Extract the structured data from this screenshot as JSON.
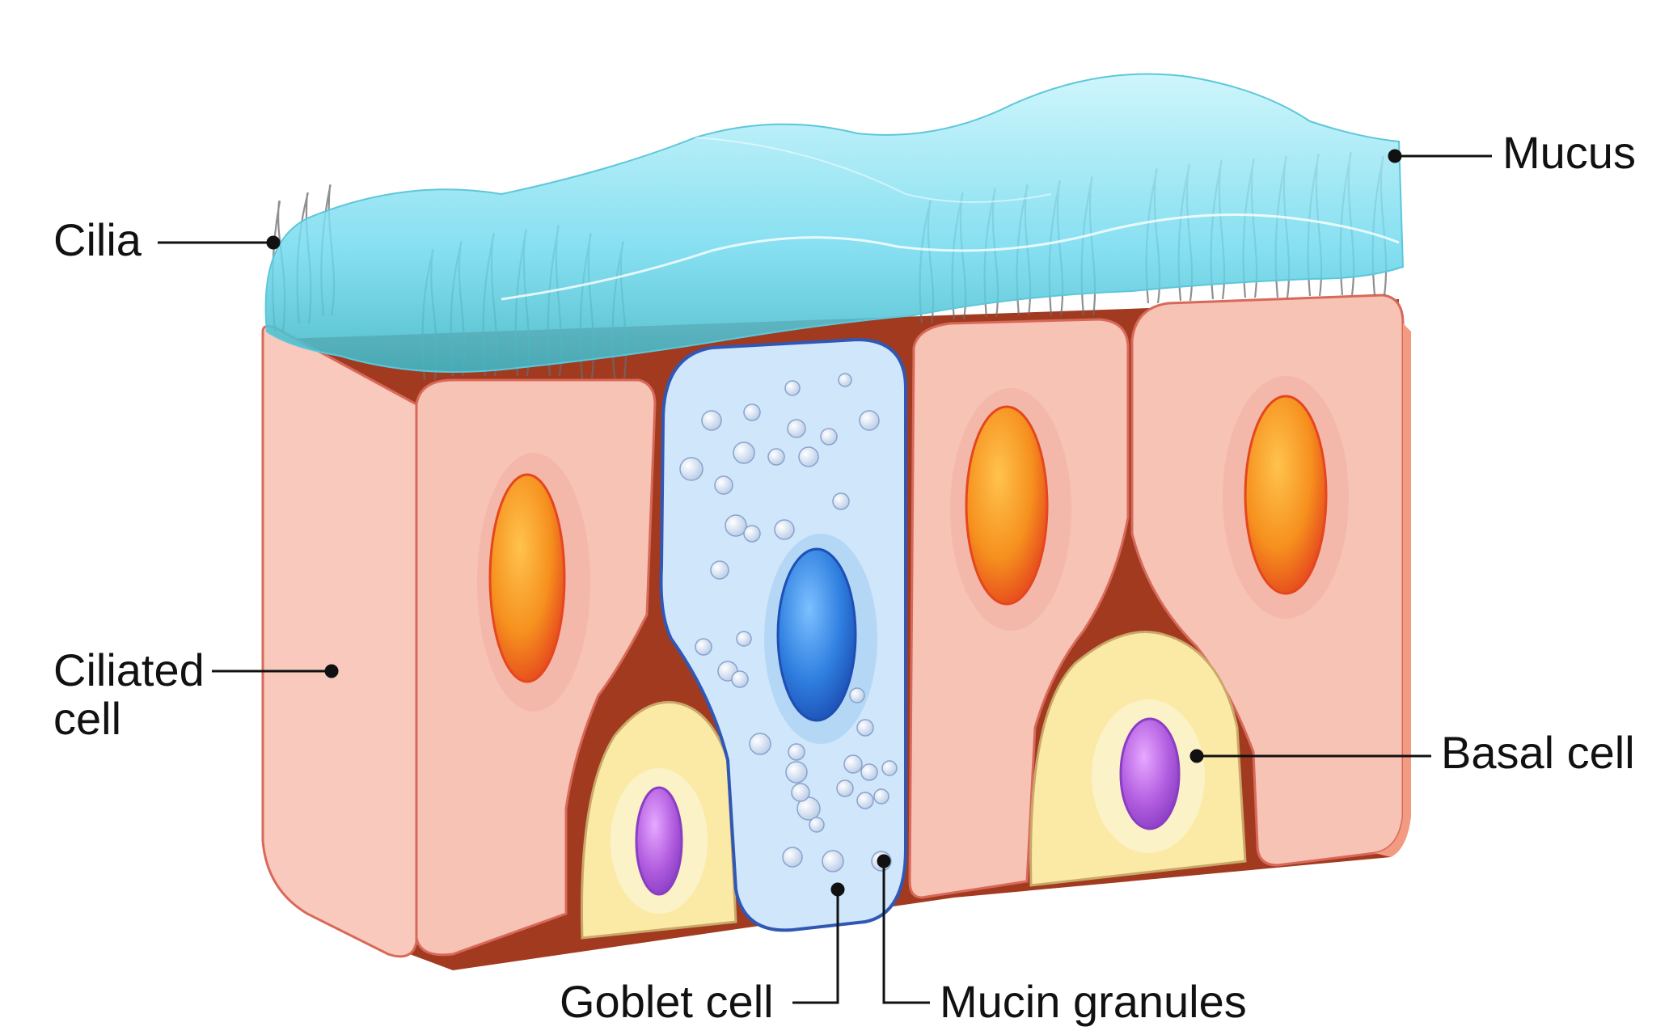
{
  "labels": {
    "cilia": "Cilia",
    "mucus": "Mucus",
    "ciliated_cell_line1": "Ciliated",
    "ciliated_cell_line2": "cell",
    "basal_cell": "Basal cell",
    "goblet_cell": "Goblet cell",
    "mucin_granules": "Mucin granules"
  },
  "colors": {
    "ciliated_cell_fill": "#f8c9bc",
    "ciliated_cell_outline": "#d8695a",
    "ciliated_nucleus": "#f6901e",
    "goblet_cell_fill": "#cfe6fb",
    "goblet_cell_outline": "#3157b5",
    "goblet_nucleus": "#2f7fe0",
    "basal_cell_fill": "#fbeaa6",
    "basal_nucleus": "#b35ee0",
    "mucus_layer": "#8fe3f2",
    "basement_membrane": "#a23a20",
    "mucin_granule": "#dfeaf8"
  }
}
